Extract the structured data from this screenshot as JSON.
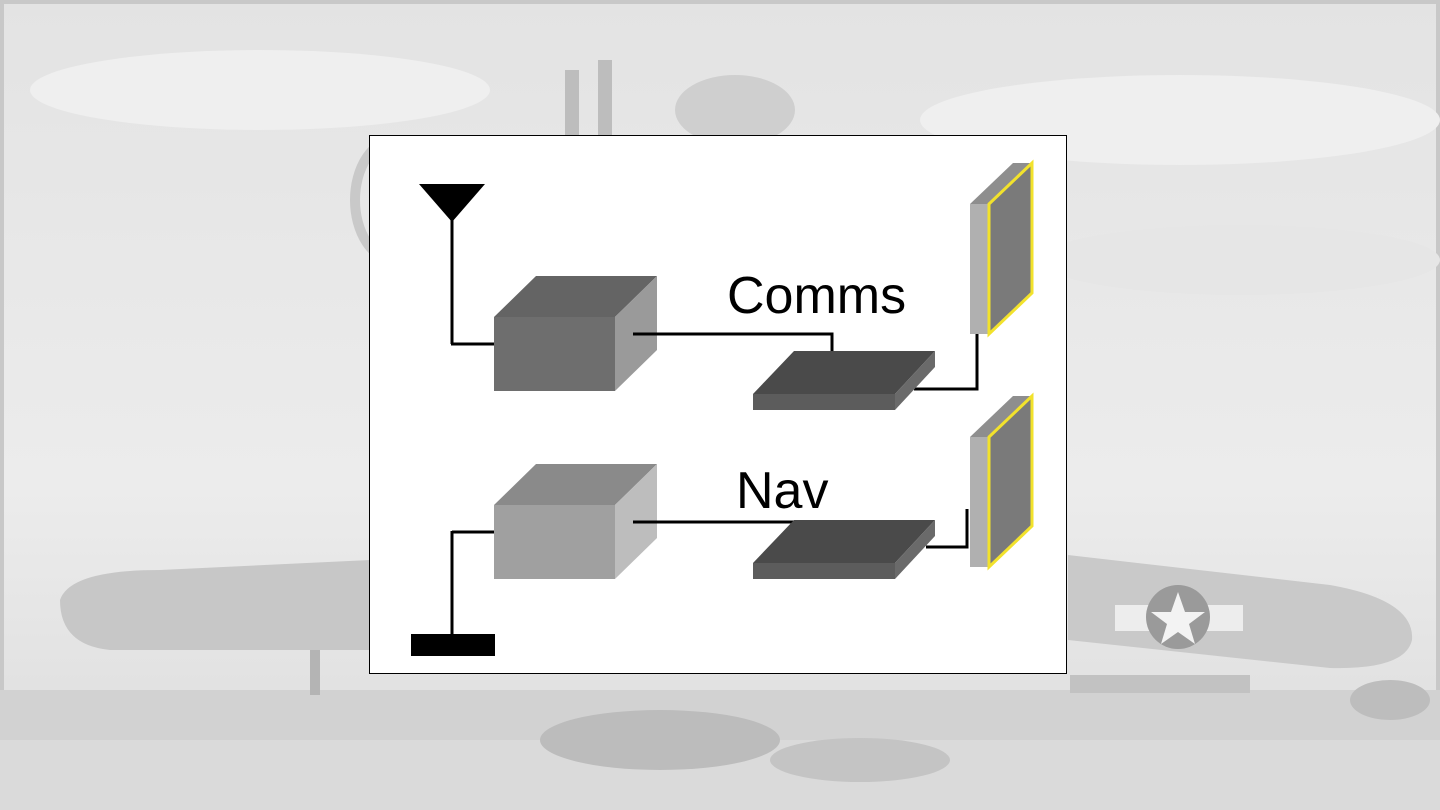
{
  "diagram": {
    "labels": {
      "comms": "Comms",
      "nav": "Nav"
    },
    "icons": {
      "antenna": "antenna-icon",
      "ground": "ground-icon",
      "comms_radio": "comms-radio-box",
      "nav_radio": "nav-radio-box",
      "comms_control_unit": "comms-control-unit",
      "nav_control_unit": "nav-control-unit",
      "comms_panel": "comms-display-panel",
      "nav_panel": "nav-display-panel"
    }
  },
  "colors": {
    "wire": "#000000",
    "panel_outline": "#f2e22c",
    "comms_box_front": "#6e6e6e",
    "nav_box_front": "#a0a0a0",
    "control_unit": "#4a4a4a",
    "background_photo_sky": "#e9e9e9"
  }
}
